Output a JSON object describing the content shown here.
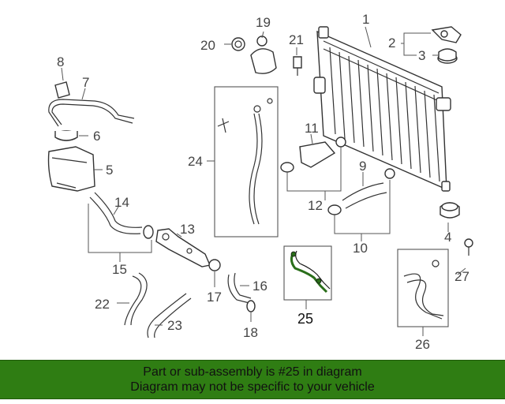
{
  "callouts": [
    "1",
    "2",
    "3",
    "4",
    "5",
    "6",
    "7",
    "8",
    "9",
    "10",
    "11",
    "12",
    "13",
    "14",
    "15",
    "16",
    "17",
    "18",
    "19",
    "20",
    "21",
    "22",
    "23",
    "24",
    "25",
    "26",
    "27"
  ],
  "highlight_part": "25",
  "highlight_color": "#2a6e1a",
  "banner": {
    "line1": "Part or sub-assembly is #25 in diagram",
    "line2": "Diagram may not be specific to your vehicle",
    "background": "#2f7d13"
  }
}
